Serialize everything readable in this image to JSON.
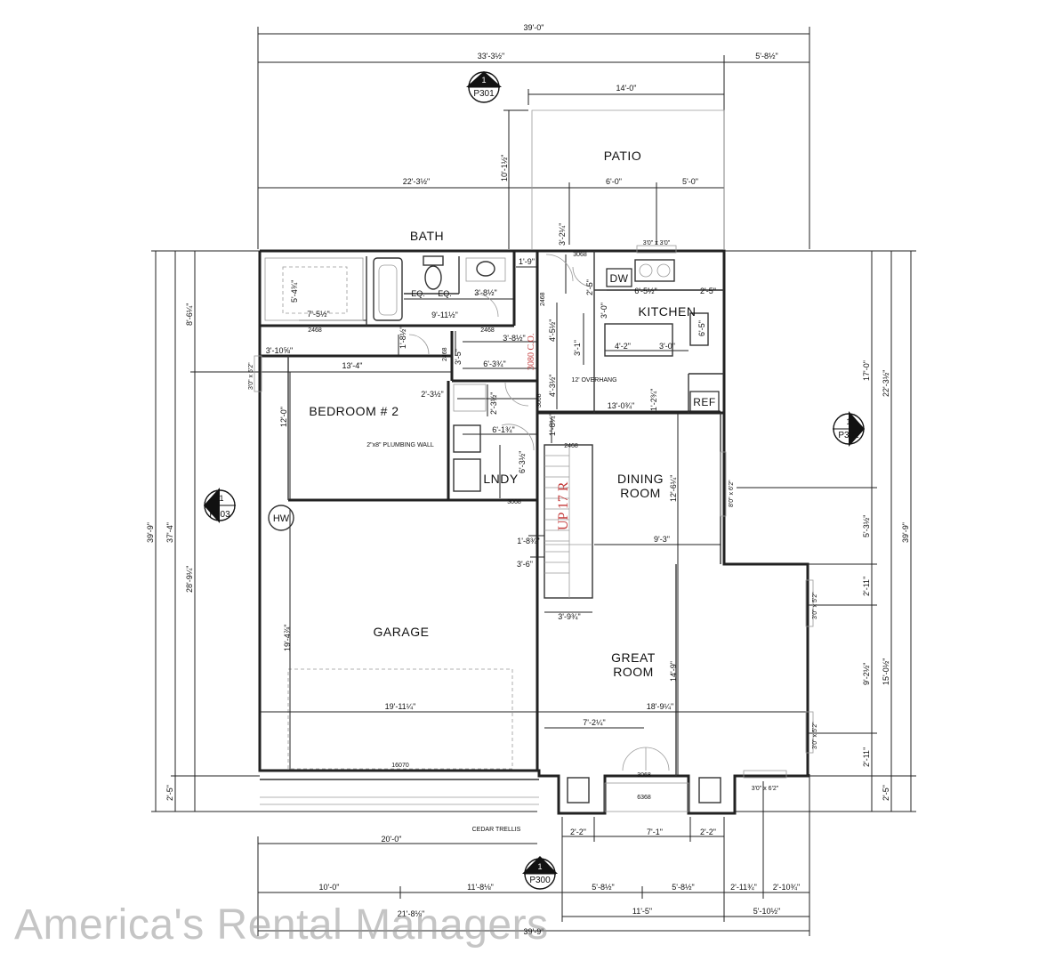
{
  "rooms": {
    "patio": "PATIO",
    "bath": "BATH",
    "kitchen": "KITCHEN",
    "bedroom": "BEDROOM # 2",
    "laundry": "LNDY",
    "dining_1": "DINING",
    "dining_2": "ROOM",
    "garage": "GARAGE",
    "great_1": "GREAT",
    "great_2": "ROOM"
  },
  "fixtures": {
    "dw": "DW",
    "ref": "REF",
    "hw": "HW",
    "eq1": "EQ.",
    "eq2": "EQ."
  },
  "labels": {
    "overhang": "12' OVERHANG",
    "plumbing_wall": "2\"x8\" PLUMBING WALL",
    "cedar_trellis": "CEDAR TRELLIS",
    "stair": "UP 17 R",
    "coat": "3080 C.O."
  },
  "section_tags": [
    {
      "id": "top",
      "num": "1",
      "ref": "P301"
    },
    {
      "id": "right",
      "num": "1",
      "ref": "P302"
    },
    {
      "id": "left",
      "num": "1",
      "ref": "P303"
    },
    {
      "id": "bottom",
      "num": "1",
      "ref": "P300"
    }
  ],
  "openings": {
    "d_bath": "2468",
    "d_bed_left": "2468",
    "d_bed_hall": "2468",
    "d_kitchen": "3068",
    "d_coat": "2468",
    "d_hall": "3068",
    "d_stair": "2468",
    "d_lndy": "3068",
    "d_garage": "16070",
    "d_front": "3068",
    "d_porch": "6368",
    "w_kitchen": "3'0\" x 3'0\"",
    "w_bed": "3'0\" x 5'2\"",
    "w_dining": "8'0\" x 6'2\"",
    "w_great1": "3'0\" x 5'2\"",
    "w_great2": "3'0\" x 5'2\"",
    "w_great3": "3'0\" x 6'2\""
  },
  "dims": {
    "top_total": "39'-0\"",
    "top_main": "33'-3½\"",
    "top_right": "5'-8½\"",
    "patio_w": "14'-0\"",
    "patio_depth": "10'-1½\"",
    "patio_left": "22'-3½\"",
    "patio_mid": "6'-0\"",
    "patio_right": "5'-0\"",
    "patio_door": "3'-2¼\"",
    "d_1_9": "1'-9\"",
    "d_2_5a": "2'-5\"",
    "d_6_5": "6'-5½\"",
    "d_2_5b": "2'-5\"",
    "d_5_4": "5'-4¾\"",
    "d_3_8a": "3'-8½\"",
    "d_7_5": "7'-5½\"",
    "d_9_11": "9'-11½\"",
    "d_3_0": "3'-0\"",
    "d_6_5v": "6'-5\"",
    "d_1_8": "1'-8½\"",
    "d_3_8b": "3'-8½\"",
    "d_4_5": "4'-5½\"",
    "d_3_1": "3'-1\"",
    "d_4_2": "4'-2\"",
    "d_3_0b": "3'-0\"",
    "d_3_10": "3'-10⅝\"",
    "d_3_5": "3'-5\"",
    "d_6_3": "6'-3¾\"",
    "d_13_4": "13'-4\"",
    "d_4_3": "4'-3½\"",
    "d_1_2": "1'-2¾\"",
    "d_2_3a": "2'-3½\"",
    "d_2_3b": "2'-3½\"",
    "d_13_0": "13'-0¾\"",
    "d_12_0": "12'-0\"",
    "d_6_1": "6'-1¾\"",
    "d_1_8b": "1'-8¼\"",
    "d_6_3b": "6'-3½\"",
    "d_12_6": "12'-6¼\"",
    "d_9_3": "9'-3\"",
    "d_1_8c": "1'-8¾\"",
    "d_3_6": "3'-6\"",
    "d_3_9": "3'-9¾\"",
    "d_19_4": "19'-4⅞\"",
    "d_14_9": "14'-9\"",
    "d_19_11": "19'-11¼\"",
    "d_18_9": "18'-9¼\"",
    "d_7_2": "7'-2¼\"",
    "d_2_2a": "2'-2\"",
    "d_7_1": "7'-1\"",
    "d_2_2b": "2'-2\"",
    "d_20_0": "20'-0\"",
    "b_10_0": "10'-0\"",
    "b_11_8": "11'-8⅛\"",
    "b_5_8a": "5'-8½\"",
    "b_5_8b": "5'-8½\"",
    "b_2_11": "2'-11¾\"",
    "b_2_10": "2'-10¾\"",
    "b_21_8": "21'-8⅛\"",
    "b_11_5": "11'-5\"",
    "b_5_10": "5'-10½\"",
    "b_total": "39'-9\"",
    "l_39_9": "39'-9\"",
    "l_37_4": "37'-4\"",
    "l_8_6": "8'-6¼\"",
    "l_28_9": "28'-9¼\"",
    "l_2_5": "2'-5\"",
    "r_17_0": "17'-0\"",
    "r_22_3": "22'-3½\"",
    "r_39_9": "39'-9\"",
    "r_5_3": "5'-3½\"",
    "r_2_11a": "2'-11\"",
    "r_9_2": "9'-2½\"",
    "r_15_0": "15'-0½\"",
    "r_2_11b": "2'-11\"",
    "r_2_5": "2'-5\""
  },
  "watermark": "America's Rental Managers"
}
